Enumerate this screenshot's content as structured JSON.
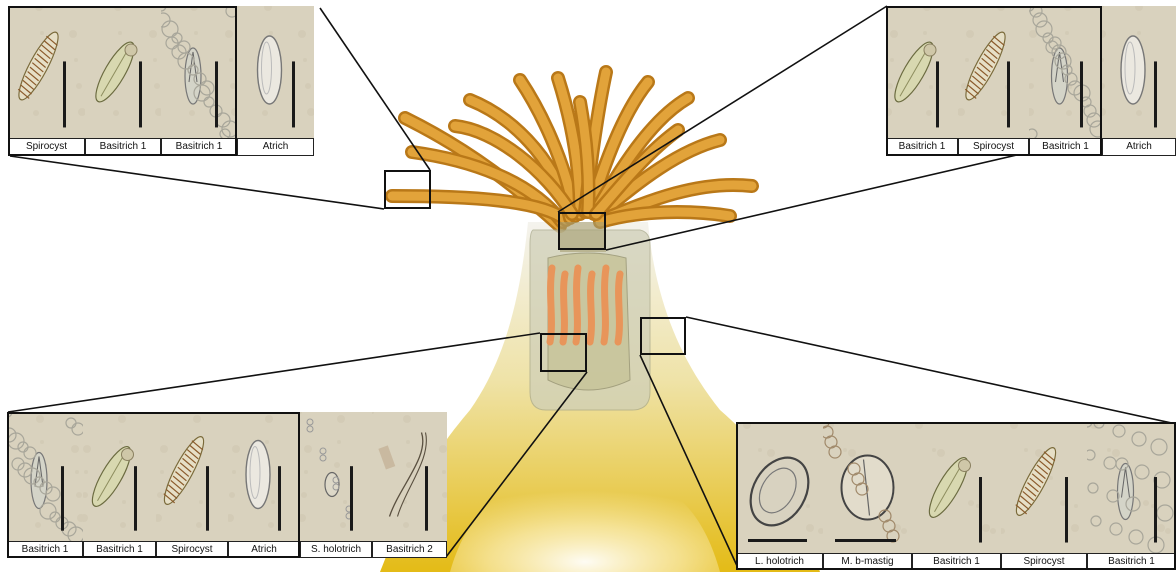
{
  "panels": {
    "top_left": {
      "labels": [
        "Spirocyst",
        "Basitrich 1",
        "Basitrich 1",
        "Atrich"
      ],
      "cell_types": [
        "spirocyst",
        "basitrich",
        "basitrich-debris",
        "atrich"
      ]
    },
    "top_right": {
      "labels": [
        "Basitrich 1",
        "Spirocyst",
        "Basitrich 1",
        "Atrich"
      ],
      "cell_types": [
        "basitrich",
        "spirocyst",
        "basitrich-debris",
        "atrich"
      ]
    },
    "bottom_left": {
      "labels": [
        "Basitrich 1",
        "Basitrich 1",
        "Spirocyst",
        "Atrich",
        "S. holotrich",
        "Basitrich 2"
      ],
      "cell_types": [
        "basitrich-debris",
        "basitrich",
        "spirocyst",
        "atrich",
        "holotrich-small",
        "basitrich-long"
      ]
    },
    "bottom_right": {
      "labels": [
        "L. holotrich",
        "M. b-mastig",
        "Basitrich 1",
        "Spirocyst",
        "Basitrich 1"
      ],
      "cell_types": [
        "holotrich-large",
        "mastig",
        "basitrich",
        "spirocyst",
        "basitrich-debris"
      ]
    }
  },
  "colors": {
    "tentacle": "#d99a2b",
    "column_top": "#f2f2ee",
    "column_bottom": "#e8c21a",
    "pharynx": "#b8b89a",
    "mesentery": "#e8955a",
    "micrograph_bg": "#d9d2be",
    "scale_bar": "#1a1a1a"
  }
}
